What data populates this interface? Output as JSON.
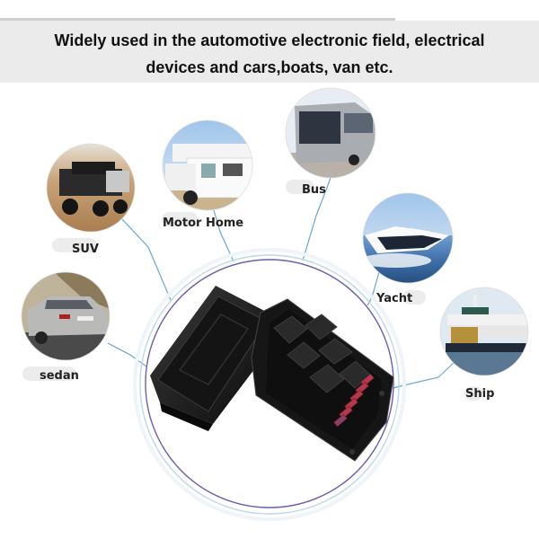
{
  "banner": {
    "line1": "Widely used in the automotive electronic field, electrical",
    "line2": "devices and cars,boats, van etc."
  },
  "product": {
    "name": "relay-fuse-box",
    "relay_count": 6,
    "fuse_count": 6,
    "colors": {
      "housing": "#1a1a1a",
      "fuse": "#b8374a",
      "ring_inner": "#6a5fb0",
      "ring_outer": "#b8d8ea",
      "connector": "#6aa6d6"
    }
  },
  "applications": [
    {
      "id": "suv",
      "label": "SUV",
      "icon": "suv-photo"
    },
    {
      "id": "motor-home",
      "label": "Motor Home",
      "icon": "motorhome-photo"
    },
    {
      "id": "bus",
      "label": "Bus",
      "icon": "bus-photo"
    },
    {
      "id": "yacht",
      "label": "Yacht",
      "icon": "yacht-photo"
    },
    {
      "id": "sedan",
      "label": "sedan",
      "icon": "sedan-photo"
    },
    {
      "id": "ship",
      "label": "Ship",
      "icon": "ship-photo"
    }
  ]
}
